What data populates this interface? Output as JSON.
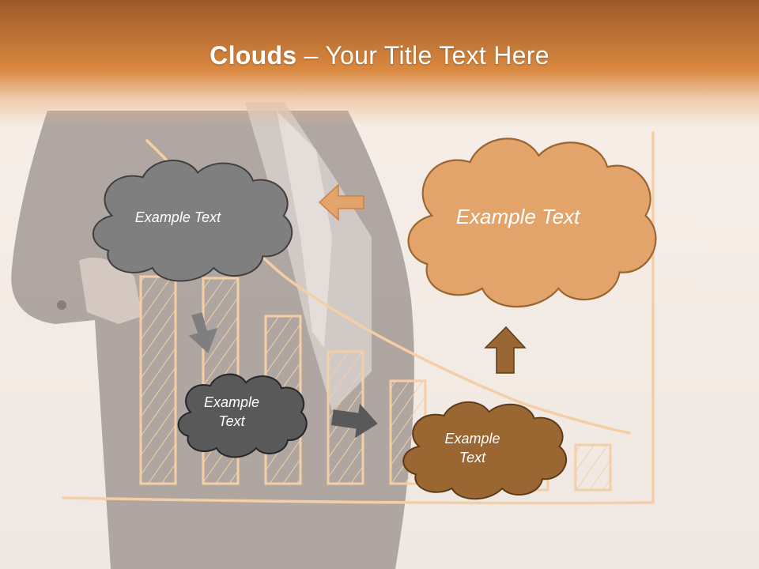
{
  "slide": {
    "title_bold": "Clouds",
    "title_rest": " – Your Title Text Here"
  },
  "clouds": [
    {
      "text": "Example Text",
      "color": "#7f7f7f"
    },
    {
      "text": "Example Text",
      "color": "#e2a46a"
    },
    {
      "text": "Example\nText",
      "color": "#595959"
    },
    {
      "text": "Example\nText",
      "color": "#9a6632"
    }
  ],
  "arrows": [
    {
      "direction": "left",
      "color": "#e2a46a"
    },
    {
      "direction": "down",
      "color": "#7f7f7f"
    },
    {
      "direction": "right",
      "color": "#595959"
    },
    {
      "direction": "up",
      "color": "#9a6632"
    }
  ],
  "colors": {
    "header_dark": "#9c5a2a",
    "header_light": "#d9883f",
    "sketch": "#f4cfa6"
  }
}
